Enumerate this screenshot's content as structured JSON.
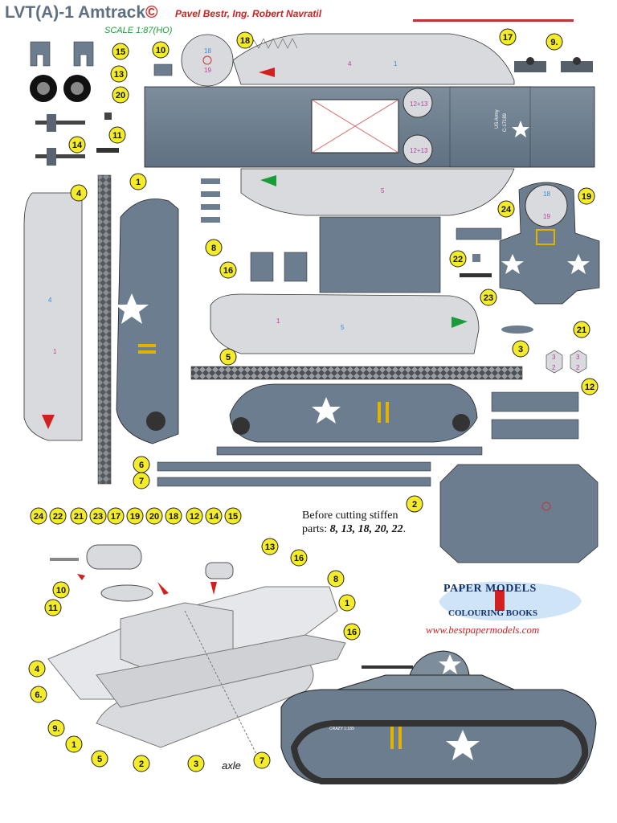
{
  "header": {
    "title": "LVT(A)-1 Amtrack",
    "copyright": "©",
    "authors": "Pavel Bestr, Ing. Robert Navratil",
    "scale": "SCALE 1:87(HO)"
  },
  "note": {
    "line1": "Before cutting stiffen",
    "line2_prefix": "parts: ",
    "line2_parts": "8, 13, 18, 20, 22",
    "line2_suffix": "."
  },
  "logo": {
    "line1": "PAPER MODELS",
    "line2": "COLOURING BOOKS",
    "url": "www.bestpapermodels.com"
  },
  "assembly": {
    "axle_label": "axle"
  },
  "part_labels": {
    "top_left": [
      "15",
      "13",
      "14",
      "11",
      "10",
      "20",
      "18",
      "17",
      "9."
    ],
    "hull": [
      "1",
      "4",
      "5",
      "3",
      "2",
      "12",
      "6",
      "7",
      "8",
      "16",
      "19",
      "21",
      "22",
      "23",
      "24"
    ],
    "assembly_top": [
      "24",
      "22",
      "21",
      "23",
      "17",
      "19",
      "20",
      "18",
      "12",
      "14",
      "15",
      "13",
      "16",
      "8",
      "1"
    ],
    "assembly_left": [
      "10",
      "11",
      "4",
      "6.",
      "9.",
      "1",
      "5",
      "2",
      "3",
      "7",
      "16"
    ]
  },
  "printed_marks": {
    "deck_numbers": [
      "4",
      "1",
      "5",
      "12+13",
      "12+13",
      "18",
      "19",
      "18",
      "19"
    ],
    "side_numbers": [
      "4",
      "1",
      "1",
      "5"
    ],
    "hex_numbers": [
      "3",
      "2",
      "3",
      "2"
    ],
    "hull_text_1": "US Army",
    "hull_text_2": "C-17189",
    "tank_text": "CRAZY 1:189"
  },
  "colors": {
    "hull_grey": "#6b7d8e",
    "light_grey": "#d9dade",
    "number_yellow": "#f4ec2b",
    "red_accent": "#d21f1f",
    "green_accent": "#1a9c3a",
    "track_dark": "#3a3f45"
  }
}
